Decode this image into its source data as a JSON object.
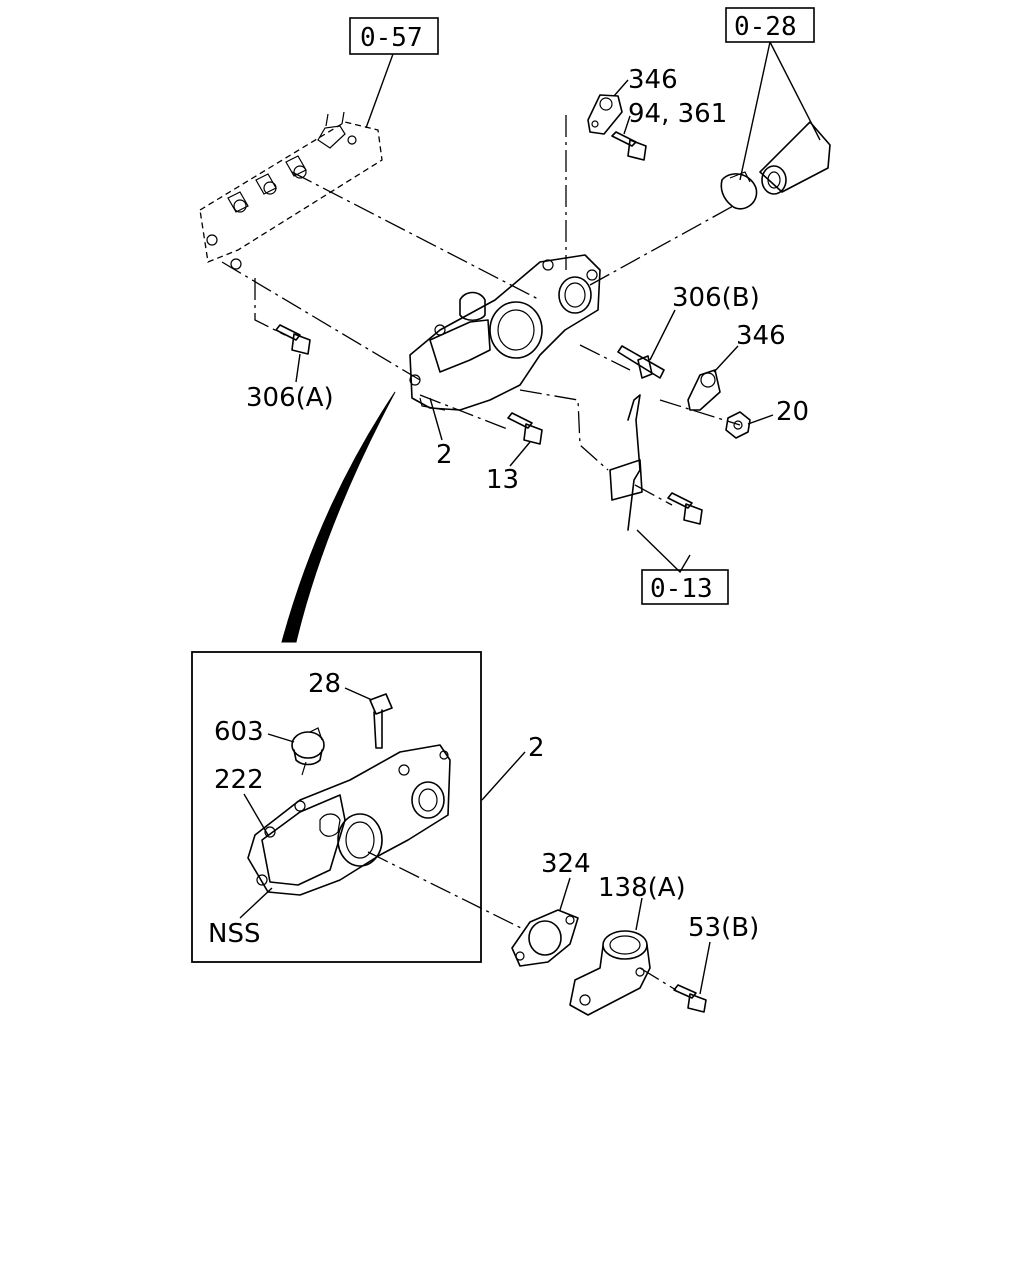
{
  "refs": {
    "r_0_57": "0-57",
    "r_0_28": "0-28",
    "r_0_13": "0-13"
  },
  "labels": {
    "l346a": "346",
    "l94": "94, 361",
    "l306b": "306(B)",
    "l346b": "346",
    "l20": "20",
    "l306a": "306(A)",
    "l2a": "2",
    "l13": "13",
    "l28": "28",
    "l603": "603",
    "l222": "222",
    "l2b": "2",
    "lnss": "NSS",
    "l324": "324",
    "l138": "138(A)",
    "l53": "53(B)"
  }
}
